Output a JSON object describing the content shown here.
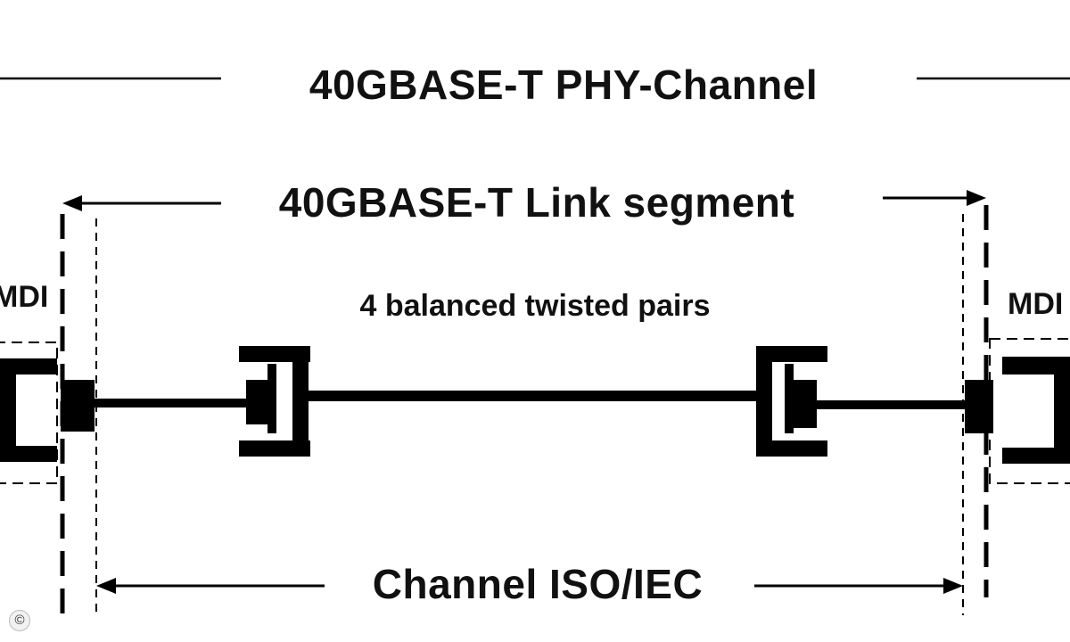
{
  "labels": {
    "phy_channel": "40GBASE-T PHY-Channel",
    "link_segment": "40GBASE-T Link segment",
    "twisted_pairs": "4 balanced twisted pairs",
    "mdi_left": "MDI",
    "mdi_right": "MDI",
    "channel": "Channel ISO/IEC",
    "copyright": "©"
  },
  "colors": {
    "line": "#000000",
    "text": "#111111",
    "background": "#ffffff"
  }
}
